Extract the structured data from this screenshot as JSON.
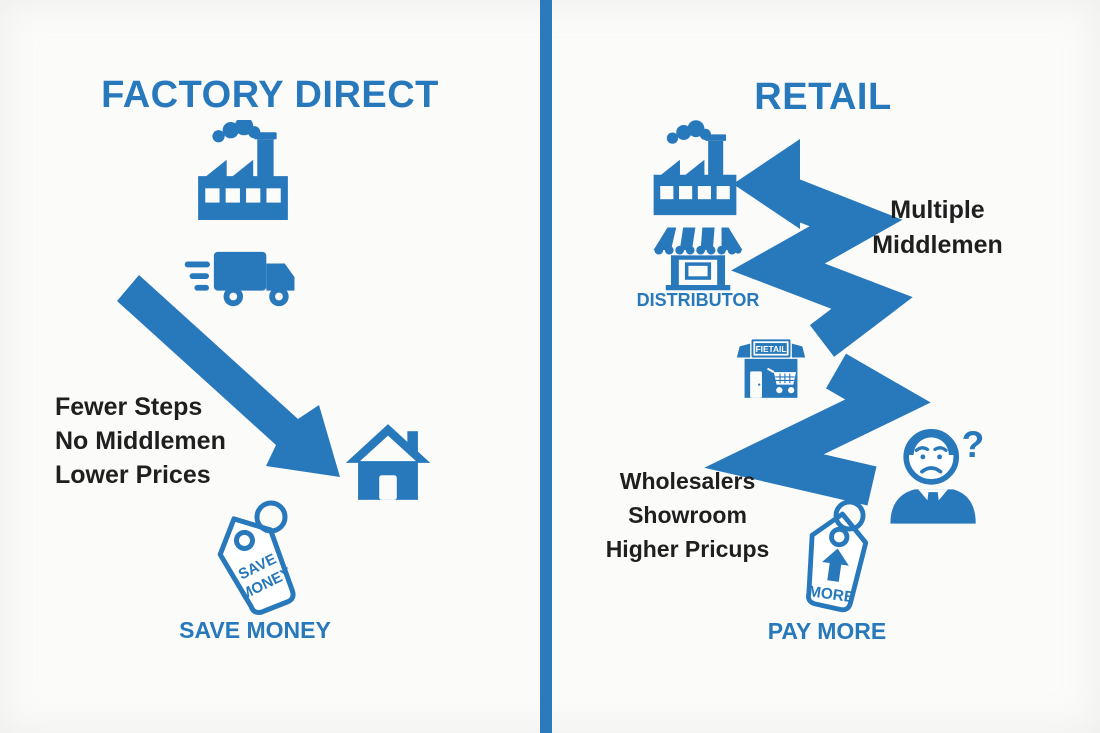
{
  "colors": {
    "accent": "#2878bc",
    "text": "#1f1f1f",
    "background": "#fbfbf9"
  },
  "left_panel": {
    "title": "FACTORY DIRECT",
    "benefits": {
      "line1": "Fewer Steps",
      "line2": "No Middlemen",
      "line3": "Lower Prices"
    },
    "tag": {
      "line1": "SAVE",
      "line2": "MONEY"
    },
    "caption": "SAVE MONEY"
  },
  "right_panel": {
    "title": "RETAIL",
    "middlemen": {
      "line1": "Multiple",
      "line2": "Middlemen"
    },
    "distributor_label": "DISTRIBUTOR",
    "store_sign": "FIETAIL",
    "costs": {
      "line1": "Wholesalers",
      "line2": "Showroom",
      "line3": "Higher Pricups"
    },
    "tag": {
      "word": "MORE"
    },
    "caption": "PAY MORE"
  }
}
